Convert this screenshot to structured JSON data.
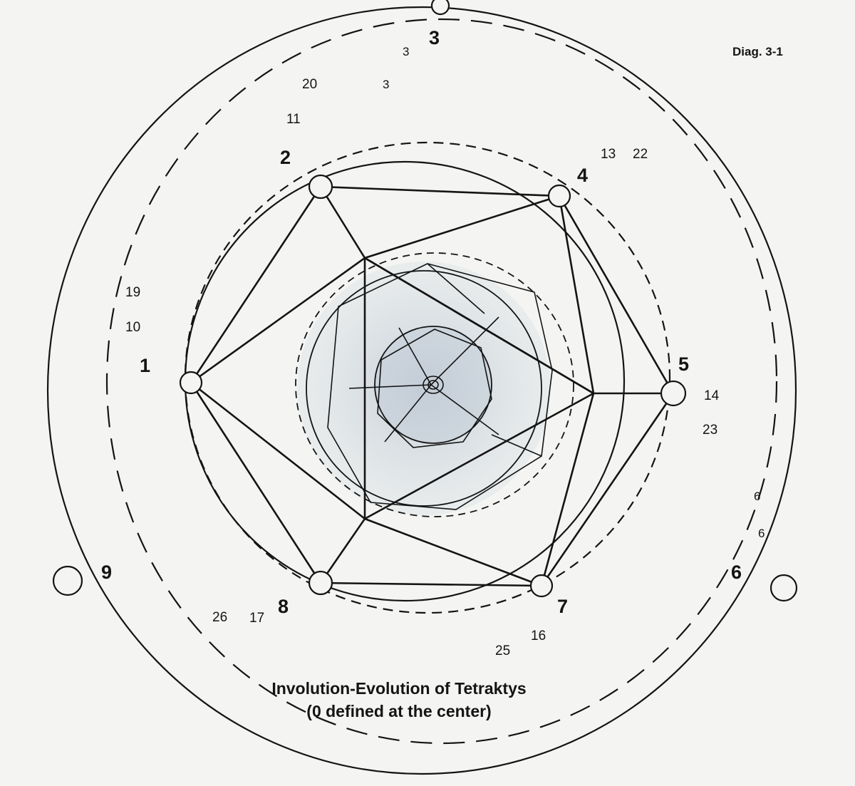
{
  "diagram_id": "Diag. 3-1",
  "caption": {
    "line1": "Involution-Evolution of Tetraktys",
    "line2": "(0 defined at the center)"
  },
  "numbers": {
    "n1": "1",
    "n2": "2",
    "n3": "3",
    "n4": "4",
    "n5": "5",
    "n6": "6",
    "n7": "7",
    "n8": "8",
    "n9": "9"
  },
  "cycle_labels": {
    "a3": "3",
    "b3": "3",
    "c20": "20",
    "d11": "11",
    "e13": "13",
    "f22": "22",
    "g19": "19",
    "h10": "10",
    "i14": "14",
    "j23": "23",
    "k6": "6",
    "l6": "6",
    "m26": "26",
    "n17": "17",
    "o16": "16",
    "p25": "25"
  },
  "colors": {
    "ink": "#141414",
    "paper": "#f4f5f2",
    "shade": "#b9c6d2"
  }
}
